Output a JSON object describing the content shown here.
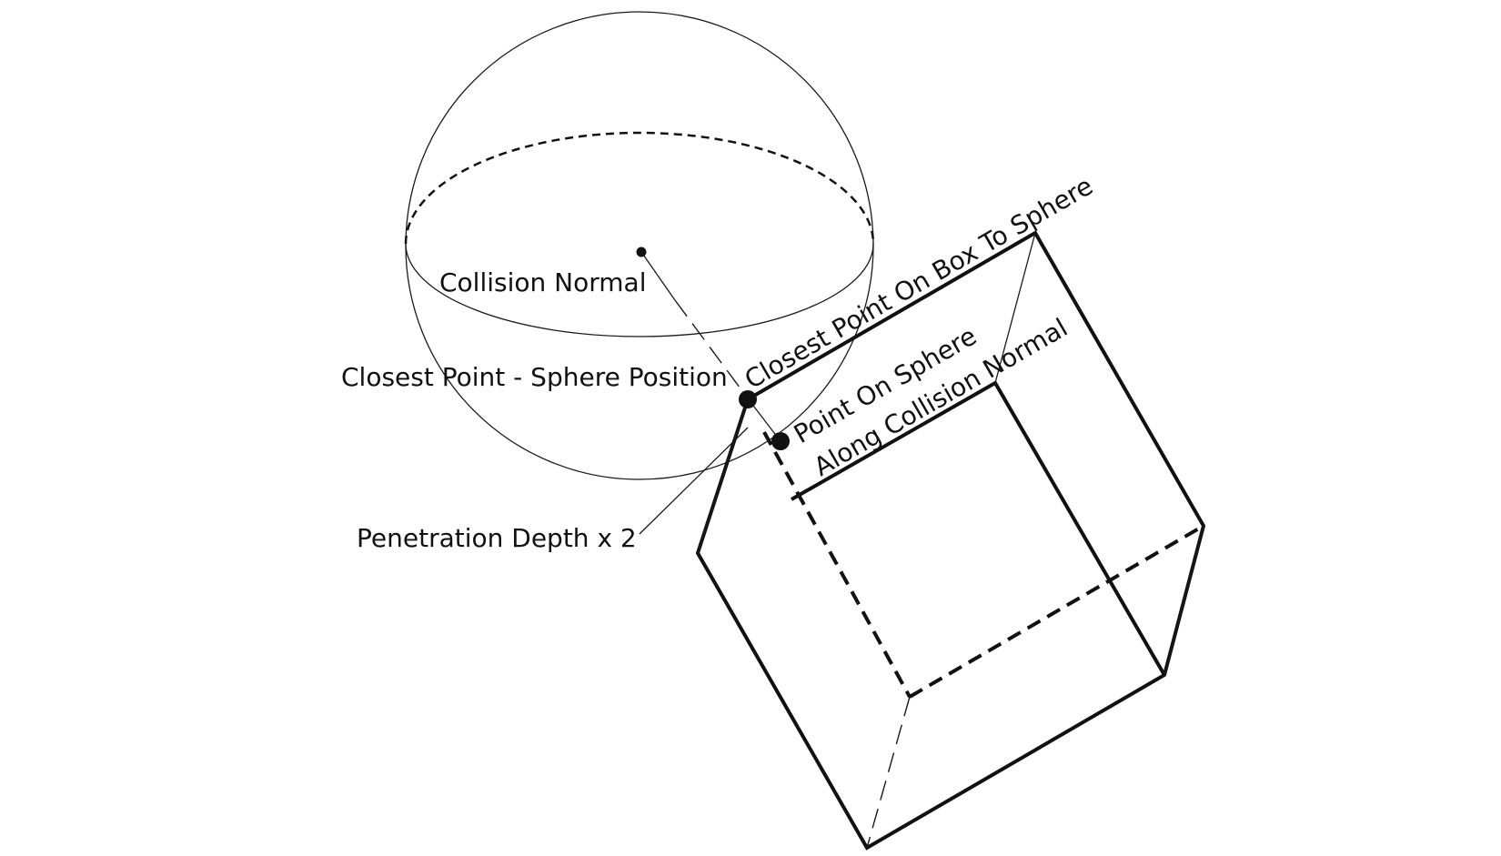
{
  "diagram": {
    "labels": {
      "collision_normal": "Collision Normal",
      "closest_point_minus_sphere": "Closest Point - Sphere Position",
      "penetration_depth": "Penetration Depth x 2",
      "closest_point_on_box": "Closest Point On Box To Sphere",
      "point_on_sphere_line1": "Point On Sphere",
      "point_on_sphere_line2": "Along Collision Normal"
    }
  }
}
